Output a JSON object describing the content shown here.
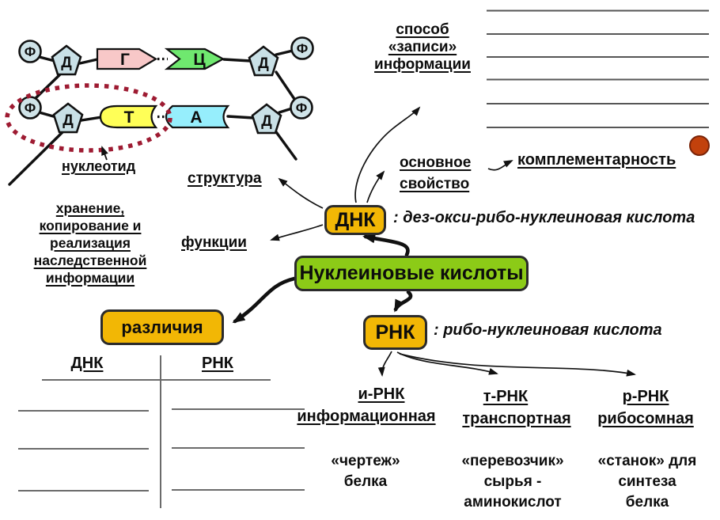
{
  "colors": {
    "node_gold": "#f2b705",
    "node_green": "#8ccb17",
    "ellipse_red": "#9e1b32",
    "bullet_red": "#c2410c",
    "base_guanine_pink": "#f8c8c8",
    "base_cytosine_green": "#6fe86f",
    "base_thymine_yellow": "#ffff57",
    "base_adenine_cyan": "#96eefc",
    "sugar_phosphate_blue": "#c9e0e6"
  },
  "dna_structure": {
    "phosphate": "Ф",
    "sugar": "Д",
    "base_guanine": "Г",
    "base_cytosine": "Ц",
    "base_thymine": "Т",
    "base_adenine": "А",
    "nucleotide_label": "нуклеотид"
  },
  "left_labels": {
    "structure": "структура",
    "functions": "функции",
    "storage_lines": [
      "хранение,",
      "копирование и",
      "реализация",
      "наследственной",
      "информации"
    ]
  },
  "top_labels": {
    "method_lines": [
      "способ",
      "«записи»",
      "информации"
    ],
    "property_lines": [
      "основное",
      "свойство"
    ],
    "complementarity": "комплементарность"
  },
  "nodes": {
    "root": "Нуклеиновые кислоты",
    "dna": "ДНК",
    "dna_definition": ": дез-окси-рибо-нуклеиновая кислота",
    "rna": "РНК",
    "rna_definition": ": рибо-нуклеиновая кислота",
    "differences": "различия"
  },
  "comparison_table": {
    "left_header": "ДНК",
    "right_header": "РНК"
  },
  "rna_types": [
    {
      "abbr": "и-РНК",
      "name": "информационная",
      "desc_lines": [
        "«чертеж»",
        "белка",
        ""
      ]
    },
    {
      "abbr": "т-РНК",
      "name": "транспортная",
      "desc_lines": [
        "«перевозчик»",
        "сырья -",
        "аминокислот"
      ]
    },
    {
      "abbr": "р-РНК",
      "name": "рибосомная",
      "desc_lines": [
        "«станок» для",
        "синтеза",
        "белка"
      ]
    }
  ]
}
